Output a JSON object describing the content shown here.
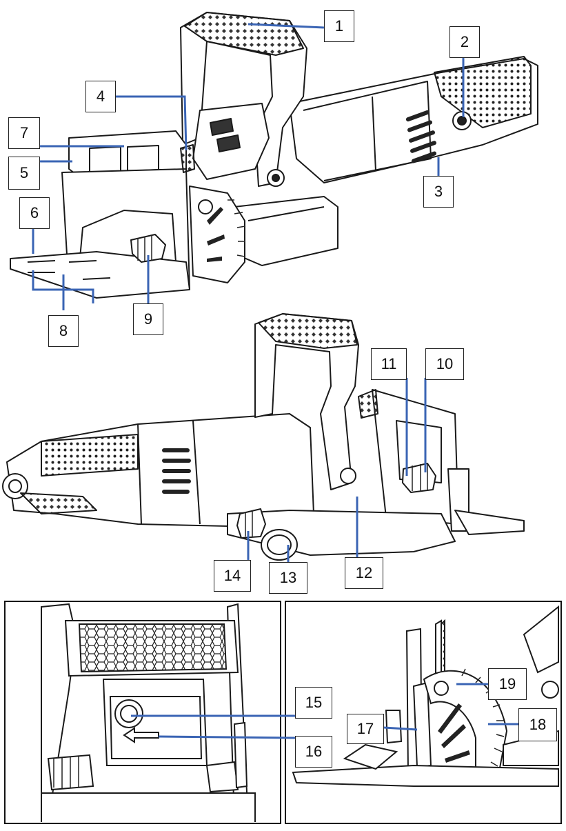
{
  "diagram": {
    "leader_color": "#3a64b4",
    "line_color": "#1a1a1a",
    "callouts": [
      "1",
      "2",
      "3",
      "4",
      "5",
      "6",
      "7",
      "8",
      "9",
      "10",
      "11",
      "12",
      "13",
      "14",
      "15",
      "16",
      "17",
      "18",
      "19"
    ]
  }
}
